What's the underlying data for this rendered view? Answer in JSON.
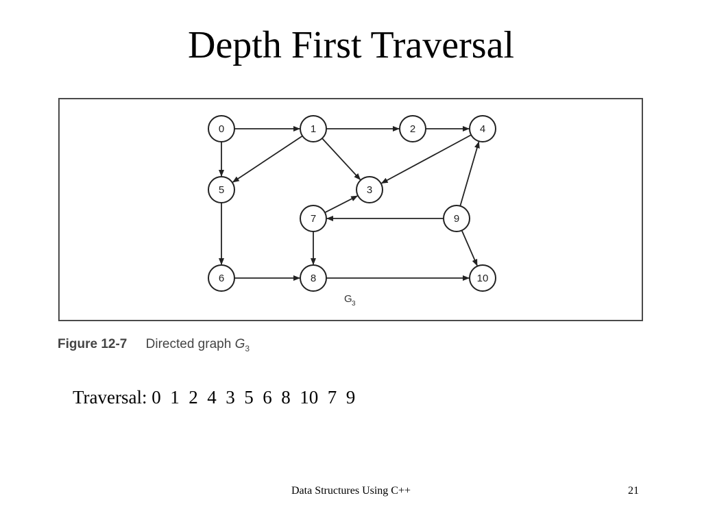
{
  "slide": {
    "title": "Depth First Traversal",
    "traversal_label": "Traversal:",
    "traversal_sequence": "0  1  2  4  3  5  6  8  10  7  9",
    "footer_course": "Data Structures Using C++",
    "page_number": "21"
  },
  "figure": {
    "caption_number": "Figure 12-7",
    "caption_text_prefix": "Directed graph ",
    "caption_graph_name": "G",
    "caption_graph_subscript": "3",
    "graph_label": "G",
    "graph_label_subscript": "3"
  },
  "graph": {
    "nodes": [
      "0",
      "1",
      "2",
      "3",
      "4",
      "5",
      "6",
      "7",
      "8",
      "9",
      "10"
    ],
    "edges": [
      [
        "0",
        "1"
      ],
      [
        "0",
        "5"
      ],
      [
        "1",
        "2"
      ],
      [
        "1",
        "3"
      ],
      [
        "1",
        "5"
      ],
      [
        "2",
        "4"
      ],
      [
        "4",
        "3"
      ],
      [
        "5",
        "6"
      ],
      [
        "6",
        "8"
      ],
      [
        "7",
        "3"
      ],
      [
        "7",
        "8"
      ],
      [
        "8",
        "10"
      ],
      [
        "9",
        "4"
      ],
      [
        "9",
        "7"
      ],
      [
        "9",
        "10"
      ]
    ]
  }
}
